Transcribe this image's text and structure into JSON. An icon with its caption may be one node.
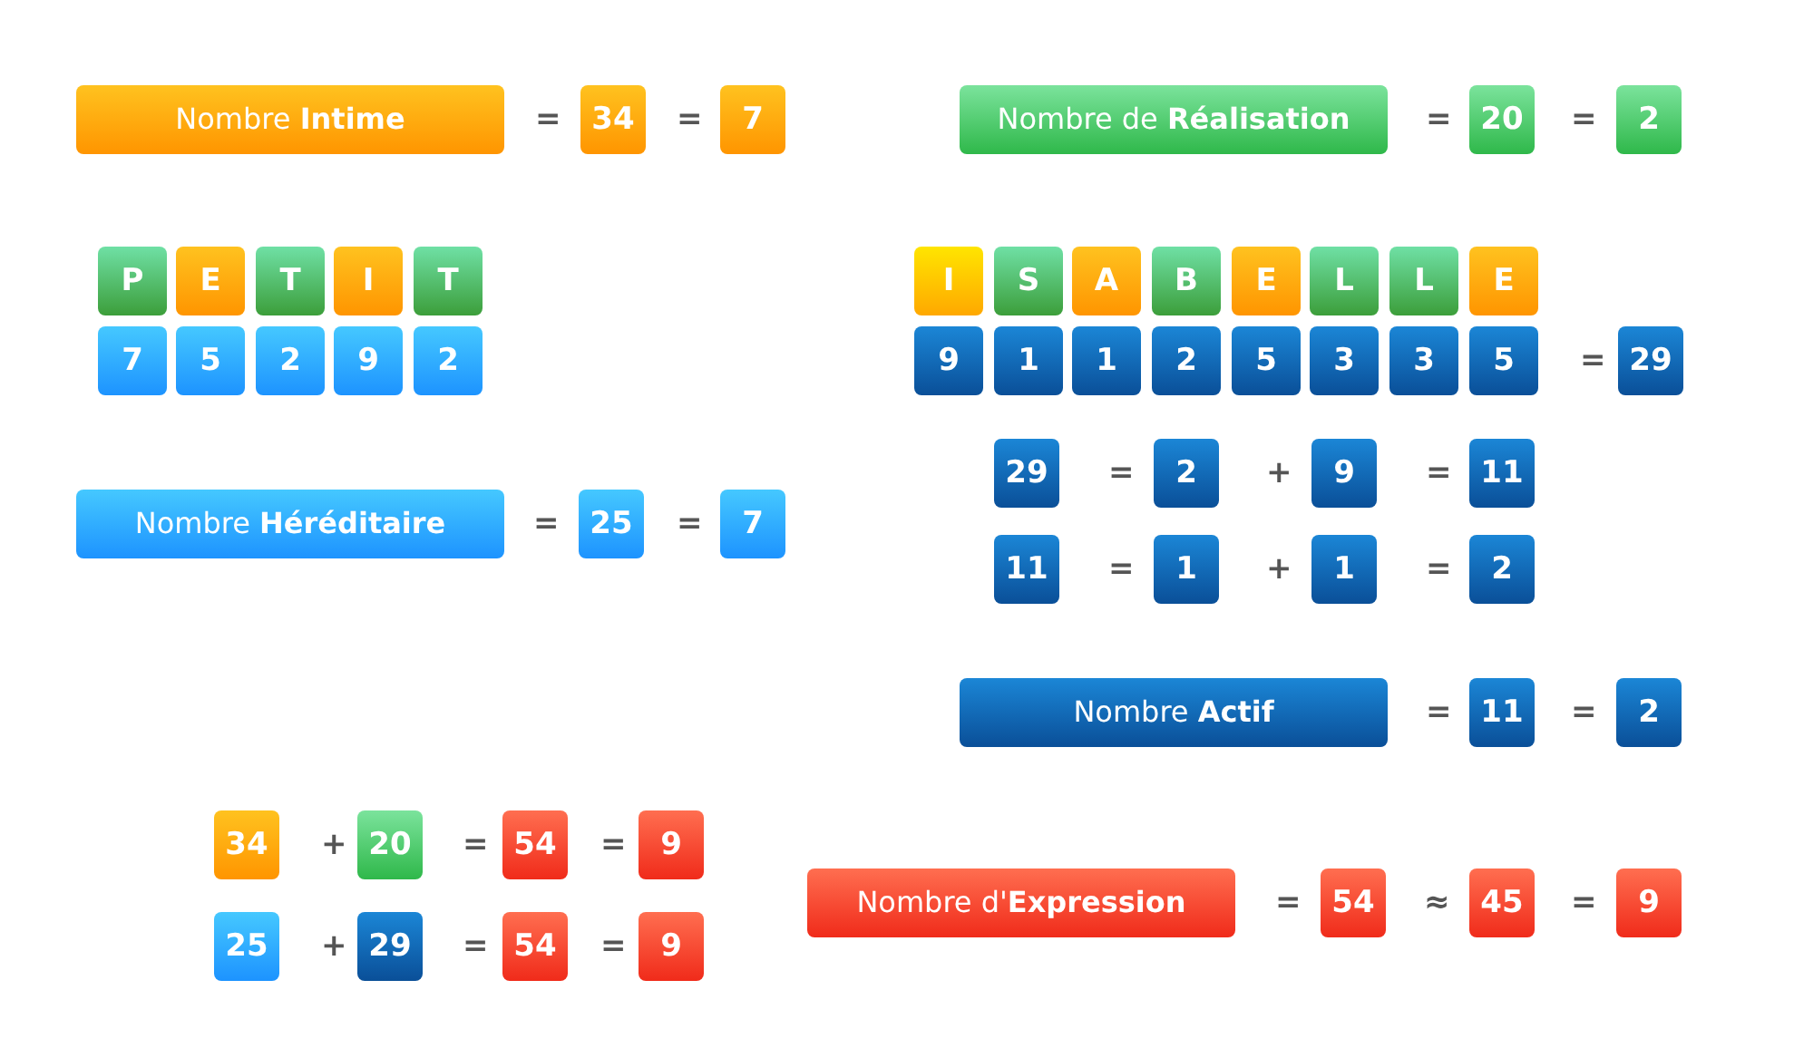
{
  "diagram": {
    "nodes": [
      {
        "text": [
          "Nombre **Intime**"
        ]
      },
      {
        "text": [
          "34"
        ]
      },
      {
        "text": [
          "7"
        ]
      },
      {
        "text": [
          "Nombre de **Réalisation**"
        ]
      },
      {
        "text": [
          "20"
        ]
      },
      {
        "text": [
          "2"
        ]
      },
      {
        "text": [
          "P"
        ]
      },
      {
        "text": [
          "E"
        ]
      },
      {
        "text": [
          "T"
        ]
      },
      {
        "text": [
          "I"
        ]
      },
      {
        "text": [
          "T"
        ]
      },
      {
        "text": [
          "I"
        ]
      },
      {
        "text": [
          "S"
        ]
      },
      {
        "text": [
          "A"
        ]
      },
      {
        "text": [
          "B"
        ]
      },
      {
        "text": [
          "E"
        ]
      },
      {
        "text": [
          "L"
        ]
      },
      {
        "text": [
          "L"
        ]
      },
      {
        "text": [
          "E"
        ]
      },
      {
        "text": [
          "7"
        ]
      },
      {
        "text": [
          "5"
        ]
      },
      {
        "text": [
          "2"
        ]
      },
      {
        "text": [
          "9"
        ]
      },
      {
        "text": [
          "2"
        ]
      },
      {
        "text": [
          "9"
        ]
      },
      {
        "text": [
          "1"
        ]
      },
      {
        "text": [
          "1"
        ]
      },
      {
        "text": [
          "2"
        ]
      },
      {
        "text": [
          "5"
        ]
      },
      {
        "text": [
          "3"
        ]
      },
      {
        "text": [
          "3"
        ]
      },
      {
        "text": [
          "5"
        ]
      },
      {
        "text": [
          "29"
        ]
      },
      {
        "text": [
          "29"
        ]
      },
      {
        "text": [
          "2"
        ]
      },
      {
        "text": [
          "9"
        ]
      },
      {
        "text": [
          "11"
        ]
      },
      {
        "text": [
          "Nombre **Héréditaire**"
        ]
      },
      {
        "text": [
          "25"
        ]
      },
      {
        "text": [
          "7"
        ]
      },
      {
        "text": [
          "11"
        ]
      },
      {
        "text": [
          "1"
        ]
      },
      {
        "text": [
          "1"
        ]
      },
      {
        "text": [
          "2"
        ]
      },
      {
        "text": [
          "Nombre **Actif**"
        ]
      },
      {
        "text": [
          "11"
        ]
      },
      {
        "text": [
          "2"
        ]
      },
      {
        "text": [
          "34"
        ]
      },
      {
        "text": [
          "20"
        ]
      },
      {
        "text": [
          "54"
        ]
      },
      {
        "text": [
          "9"
        ]
      },
      {
        "text": [
          "Nombre d'**Expression**"
        ]
      },
      {
        "text": [
          "54"
        ]
      },
      {
        "text": [
          "45"
        ]
      },
      {
        "text": [
          "9"
        ]
      },
      {
        "text": [
          "25"
        ]
      },
      {
        "text": [
          "29"
        ]
      },
      {
        "text": [
          "54"
        ]
      },
      {
        "text": [
          "9"
        ]
      }
    ],
    "labels": [
      "=",
      "=",
      "=",
      "=",
      "=",
      "=",
      "+",
      "=",
      "=",
      "=",
      "=",
      "+",
      "=",
      "=",
      "=",
      "+",
      "=",
      "=",
      "=",
      "≈",
      "=",
      "+",
      "=",
      "="
    ]
  }
}
